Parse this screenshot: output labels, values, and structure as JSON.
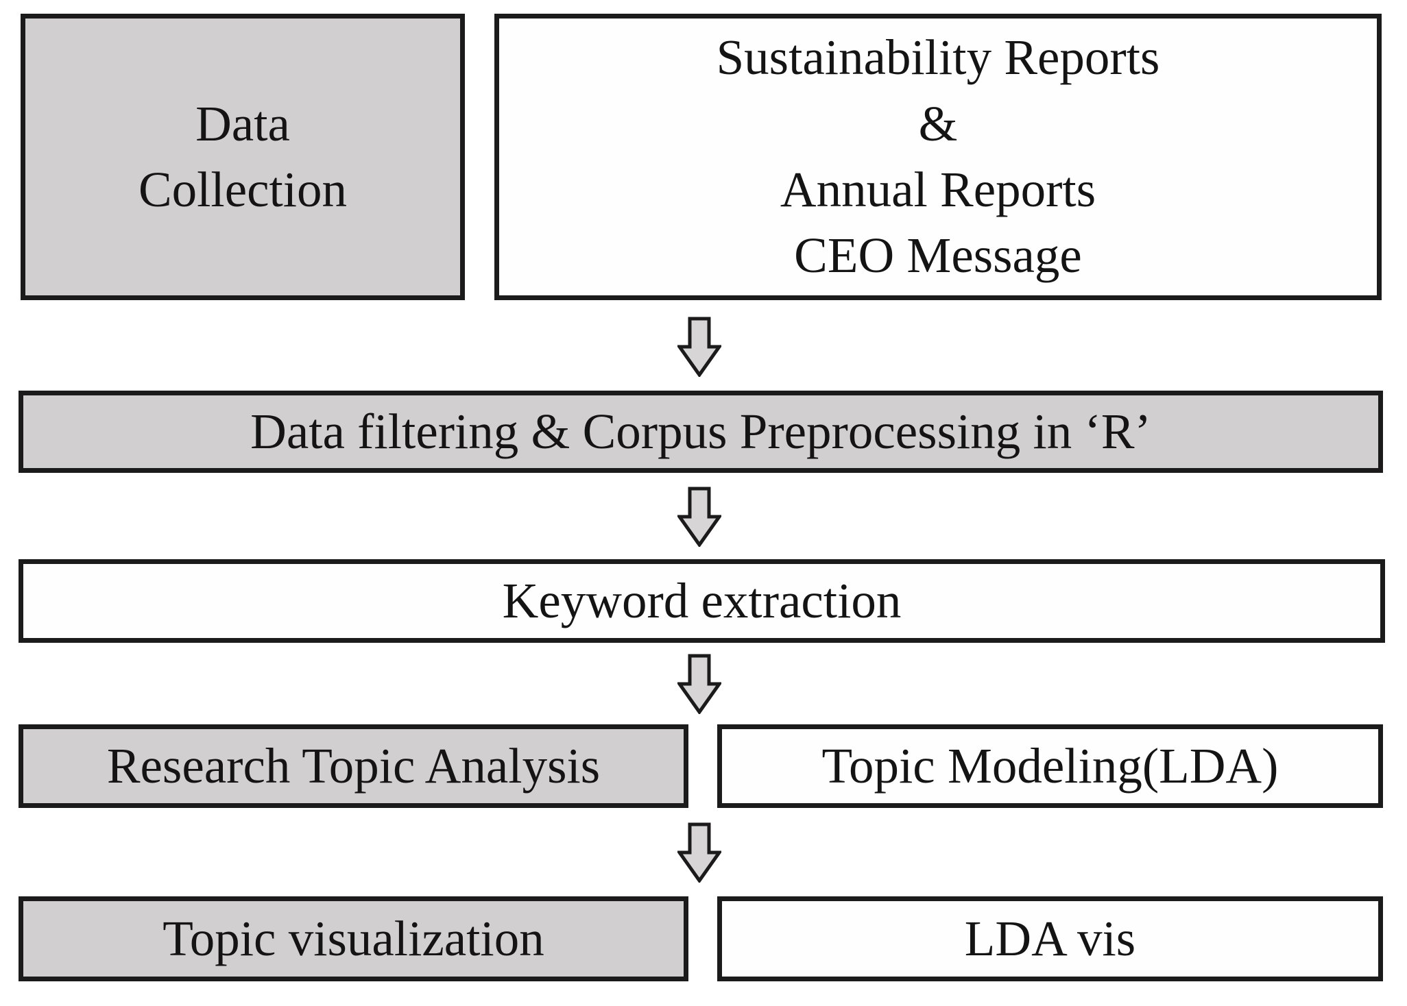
{
  "colors": {
    "box_gray_fill": "#d2cfd0",
    "box_white_fill": "#fffefe",
    "border": "#1b1b1b",
    "arrow_fill": "#d7d5d5",
    "text": "#141414",
    "background": "#ffffff"
  },
  "flow": {
    "row1": {
      "left": {
        "lines": [
          "Data",
          "Collection"
        ]
      },
      "right": {
        "lines": [
          "Sustainability Reports",
          "&",
          "Annual Reports",
          "CEO Message"
        ]
      }
    },
    "row2": {
      "label": "Data filtering & Corpus Preprocessing in ‘R’"
    },
    "row3": {
      "label": "Keyword extraction"
    },
    "row4": {
      "left": {
        "label": "Research Topic Analysis"
      },
      "right": {
        "label": "Topic Modeling(LDA)"
      }
    },
    "row5": {
      "left": {
        "label": "Topic visualization"
      },
      "right": {
        "label": "LDA vis"
      }
    },
    "arrows": [
      {
        "name": "down-block-arrow"
      },
      {
        "name": "down-block-arrow"
      },
      {
        "name": "down-block-arrow"
      },
      {
        "name": "down-block-arrow"
      }
    ]
  }
}
